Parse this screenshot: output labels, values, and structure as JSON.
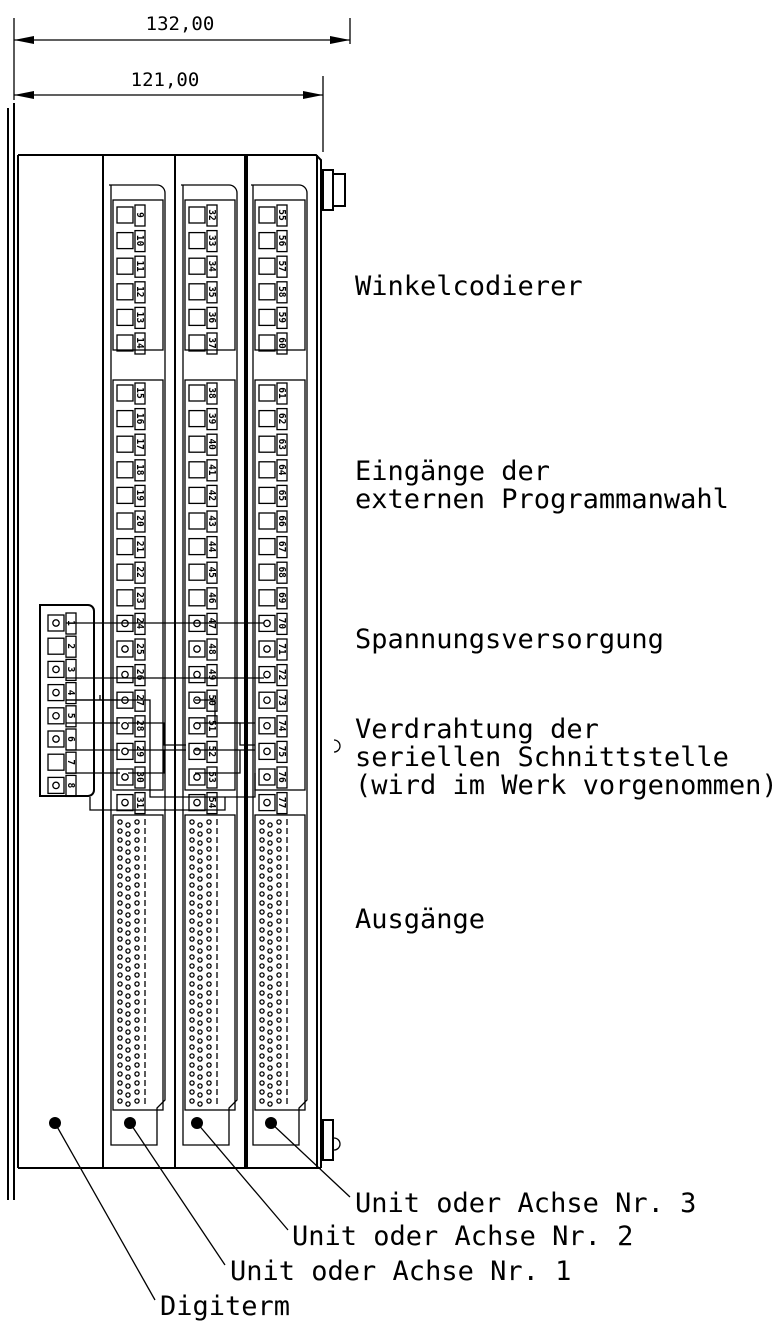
{
  "dimensions": {
    "overall_width": "132,00",
    "inner_width": "121,00"
  },
  "labels": {
    "winkelcodierer": "Winkelcodierer",
    "eingaenge_line1": "Eingänge der",
    "eingaenge_line2": "externen Programmanwahl",
    "spannungsversorgung": "Spannungsversorgung",
    "verdrahtung_line1": "Verdrahtung der",
    "verdrahtung_line2": "seriellen Schnittstelle",
    "verdrahtung_line3": "(wird im Werk vorgenommen)",
    "ausgaenge": "Ausgänge"
  },
  "callouts": {
    "unit3": "Unit oder Achse Nr. 3",
    "unit2": "Unit oder Achse Nr. 2",
    "unit1": "Unit oder Achse Nr. 1",
    "digiterm": "Digiterm"
  },
  "modules": [
    {
      "name": "Unit oder Achse Nr. 1",
      "top_terminals": [
        "9",
        "10",
        "11",
        "12",
        "13",
        "14"
      ],
      "bottom_terminals": [
        "15",
        "16",
        "17",
        "18",
        "19",
        "20",
        "21",
        "22",
        "23",
        "24",
        "25",
        "26",
        "27",
        "28",
        "29",
        "30",
        "31"
      ]
    },
    {
      "name": "Unit oder Achse Nr. 2",
      "top_terminals": [
        "32",
        "33",
        "34",
        "35",
        "36",
        "37"
      ],
      "bottom_terminals": [
        "38",
        "39",
        "40",
        "41",
        "42",
        "43",
        "44",
        "45",
        "46",
        "47",
        "48",
        "49",
        "50",
        "51",
        "52",
        "53",
        "54"
      ]
    },
    {
      "name": "Unit oder Achse Nr. 3",
      "top_terminals": [
        "55",
        "56",
        "57",
        "58",
        "59",
        "60"
      ],
      "bottom_terminals": [
        "61",
        "62",
        "63",
        "64",
        "65",
        "66",
        "67",
        "68",
        "69",
        "70",
        "71",
        "72",
        "73",
        "74",
        "75",
        "76",
        "77"
      ]
    }
  ],
  "digiterm_terminals": [
    "1",
    "2",
    "3",
    "4",
    "5",
    "6",
    "7",
    "8"
  ]
}
